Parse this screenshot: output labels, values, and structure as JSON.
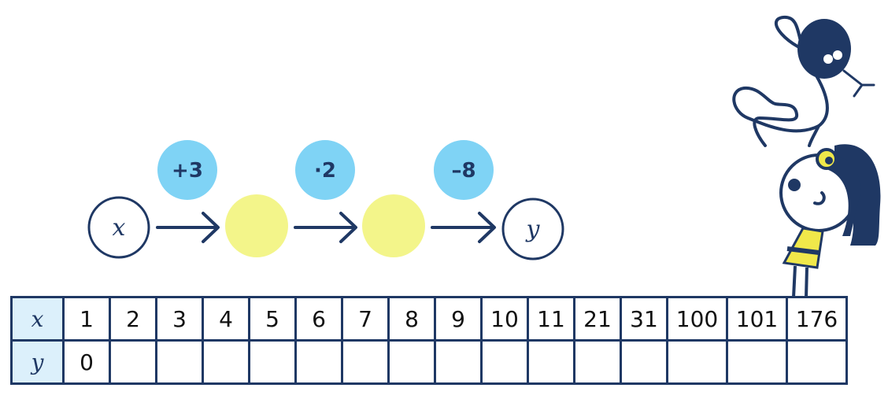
{
  "diagram": {
    "input_label": "x",
    "output_label": "y",
    "operations": [
      "+3",
      "·2",
      "–8"
    ]
  },
  "table": {
    "row_labels": [
      "x",
      "y"
    ],
    "x_values": [
      "1",
      "2",
      "3",
      "4",
      "5",
      "6",
      "7",
      "8",
      "9",
      "10",
      "11",
      "21",
      "31",
      "100",
      "101",
      "176"
    ],
    "y_values": [
      "0",
      "",
      "",
      "",
      "",
      "",
      "",
      "",
      "",
      "",
      "",
      "",
      "",
      "",
      "",
      ""
    ]
  },
  "colors": {
    "navy": "#1f3864",
    "operation_bubble": "#7fd3f5",
    "intermediate_circle": "#f3f58a",
    "header_cell": "#dcf0fb",
    "character_shirt": "#f0e84a"
  },
  "icons": [
    "snake-illustration",
    "girl-character-illustration"
  ]
}
